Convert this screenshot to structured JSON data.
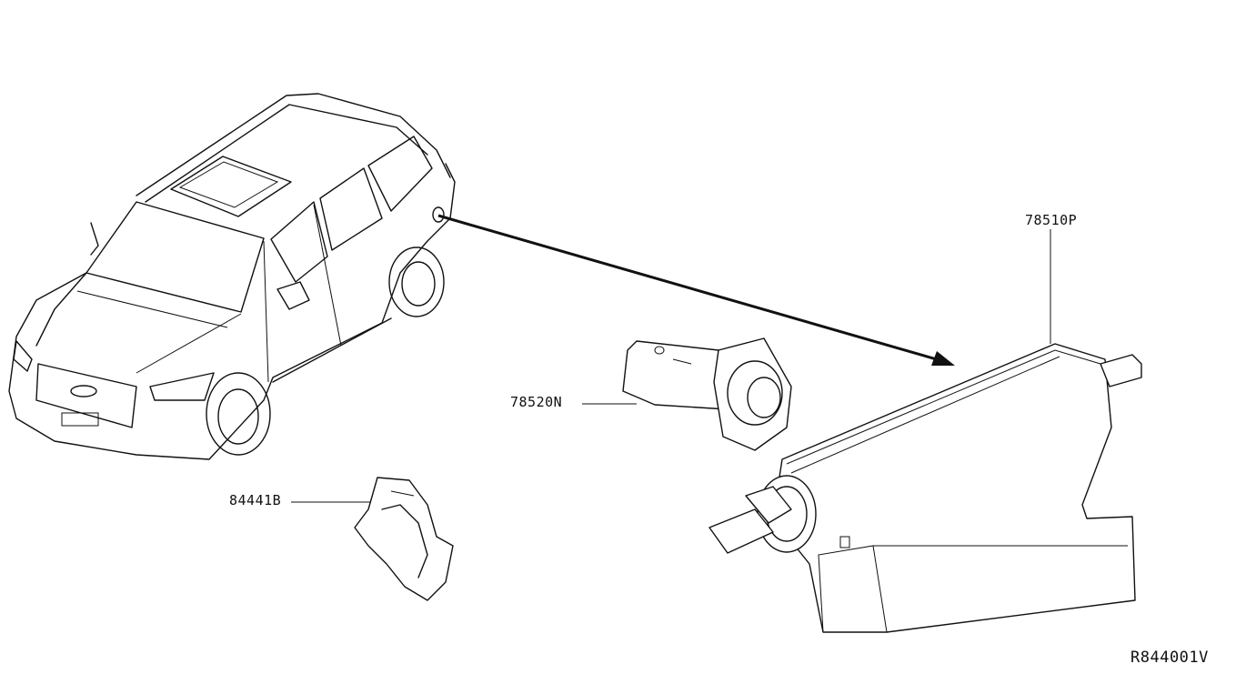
{
  "parts": [
    {
      "part_number": "78510P"
    },
    {
      "part_number": "78520N"
    },
    {
      "part_number": "84441B"
    }
  ],
  "diagram_id": "R844001V"
}
